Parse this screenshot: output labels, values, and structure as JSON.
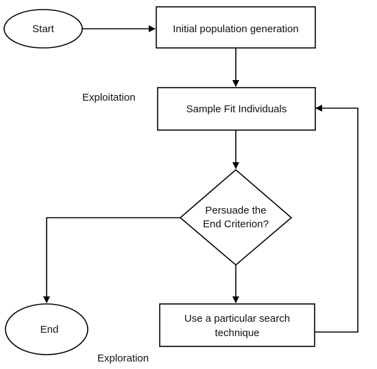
{
  "diagram": {
    "type": "flowchart",
    "colors": {
      "stroke": "#000000",
      "fill": "#ffffff",
      "text": "#111111"
    },
    "nodes": {
      "start": {
        "shape": "ellipse",
        "label": "Start"
      },
      "init": {
        "shape": "rectangle",
        "label": "Initial population generation"
      },
      "sample": {
        "shape": "rectangle",
        "label": "Sample Fit Individuals"
      },
      "decision": {
        "shape": "diamond",
        "line1": "Persuade the",
        "line2": "End Criterion?"
      },
      "search": {
        "shape": "rectangle",
        "line1": "Use a particular search",
        "line2": "technique"
      },
      "end": {
        "shape": "ellipse",
        "label": "End"
      }
    },
    "labels": {
      "exploitation": "Exploitation",
      "exploration": "Exploration"
    },
    "edges": [
      {
        "from": "start",
        "to": "init"
      },
      {
        "from": "init",
        "to": "sample"
      },
      {
        "from": "sample",
        "to": "decision"
      },
      {
        "from": "decision",
        "to": "end"
      },
      {
        "from": "decision",
        "to": "search"
      },
      {
        "from": "search",
        "to": "sample"
      }
    ]
  }
}
